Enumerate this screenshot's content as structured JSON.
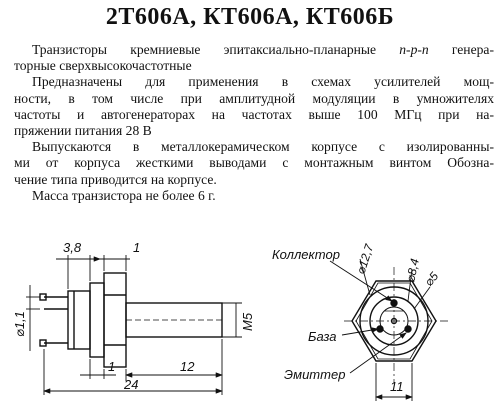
{
  "title": "2Т606А, КТ606А, КТ606Б",
  "paragraphs": [
    {
      "lines": [
        "Транзисторы кремниевые эпитаксиально-планарные",
        "n-p-n",
        "генера-",
        "торные сверхвысокочастотные"
      ]
    },
    {
      "lines": [
        "Предназначены для применения в схемах усилителей мощ-",
        "ности, в том числе при амплитудной модуляции в умножителях",
        "частоты и автогенераторах на частотах выше 100 МГц при на-",
        "пряжении питания 28 В"
      ]
    },
    {
      "lines": [
        "Выпускаются в металлокерамическом корпусе с изолированны-",
        "ми от корпуса жесткими выводами с монтажным винтом Обозна-",
        "чение типа приводится на корпусе."
      ]
    },
    {
      "lines": [
        "Масса транзистора не более 6 г."
      ]
    }
  ],
  "drawing": {
    "dim_3_8": "3,8",
    "dim_1_top": "1",
    "dim_d1_1": "⌀1,1",
    "dim_m5": "M5",
    "dim_1_bottom": "1",
    "dim_12": "12",
    "dim_24": "24",
    "dim_d12_7": "⌀12,7",
    "dim_d8_4": "⌀8,4",
    "dim_d5": "⌀5",
    "dim_11": "11",
    "label_collector": "Коллектор",
    "label_base": "База",
    "label_emitter": "Эмиттер"
  }
}
